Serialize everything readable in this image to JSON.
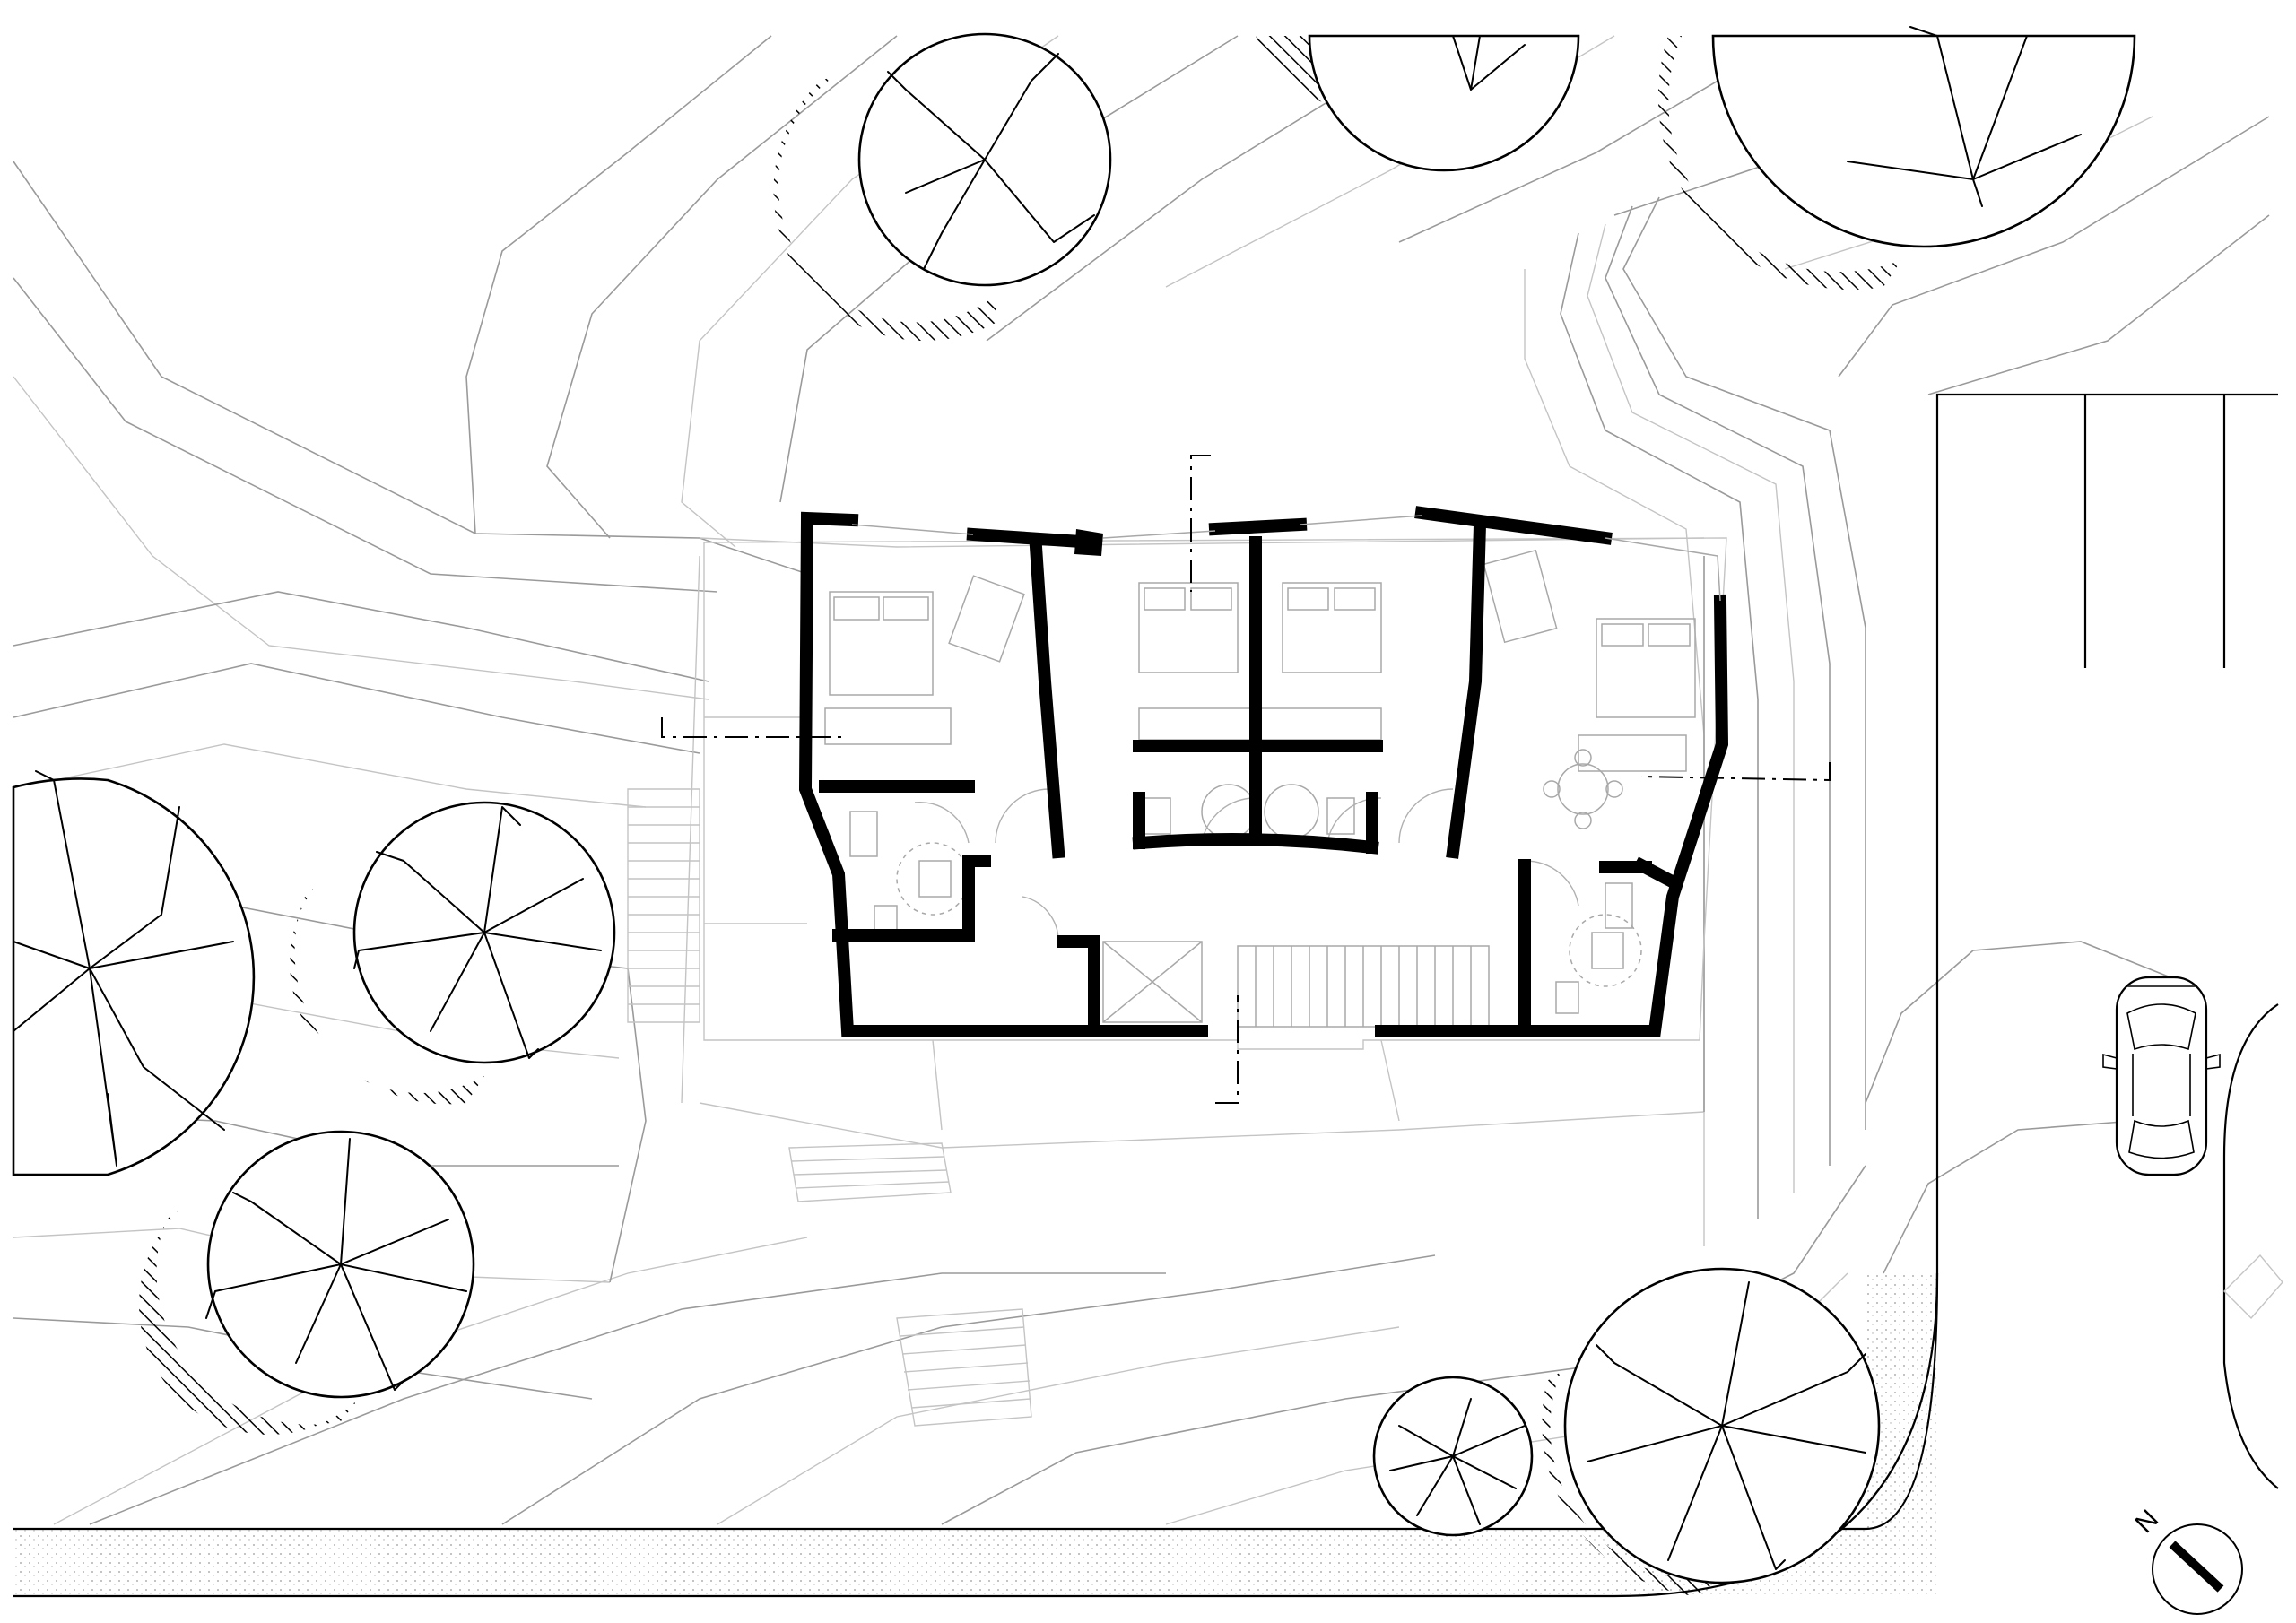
{
  "drawing": {
    "type": "site-floor-plan",
    "north_label": "N",
    "trees": [
      {
        "id": "tree-top-1"
      },
      {
        "id": "tree-top-2"
      },
      {
        "id": "tree-top-3"
      },
      {
        "id": "tree-left-1"
      },
      {
        "id": "tree-left-2"
      },
      {
        "id": "tree-left-3"
      },
      {
        "id": "tree-bottom-1"
      },
      {
        "id": "tree-bottom-2"
      }
    ],
    "colors": {
      "wall": "#000000",
      "contour": "#9a9a9a",
      "furniture": "#a8a8a8",
      "background": "#ffffff"
    }
  }
}
